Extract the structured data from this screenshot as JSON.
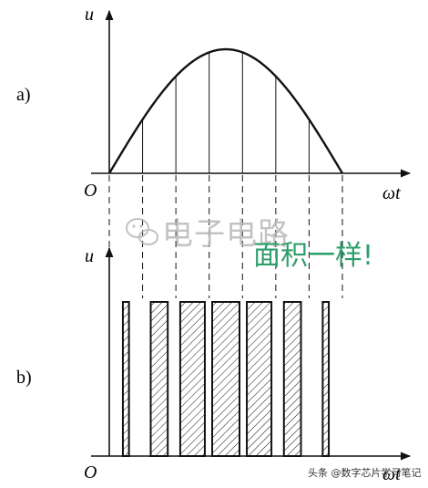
{
  "panel_a": {
    "label": "a)",
    "y_axis_label": "u",
    "origin_label": "O",
    "x_axis_label": "ωt"
  },
  "panel_b": {
    "label": "b)",
    "y_axis_label": "u",
    "origin_label": "O",
    "x_axis_label": "ωt"
  },
  "annotation": "面积一样!",
  "watermark": {
    "text": "电子电路",
    "icon": "wechat-icon"
  },
  "credit": "头条 @数字芯片学习笔记",
  "colors": {
    "ink": "#111111",
    "annotation": "#2e9e6a",
    "watermark": "#b8b8b8"
  },
  "pulse_count": 7
}
